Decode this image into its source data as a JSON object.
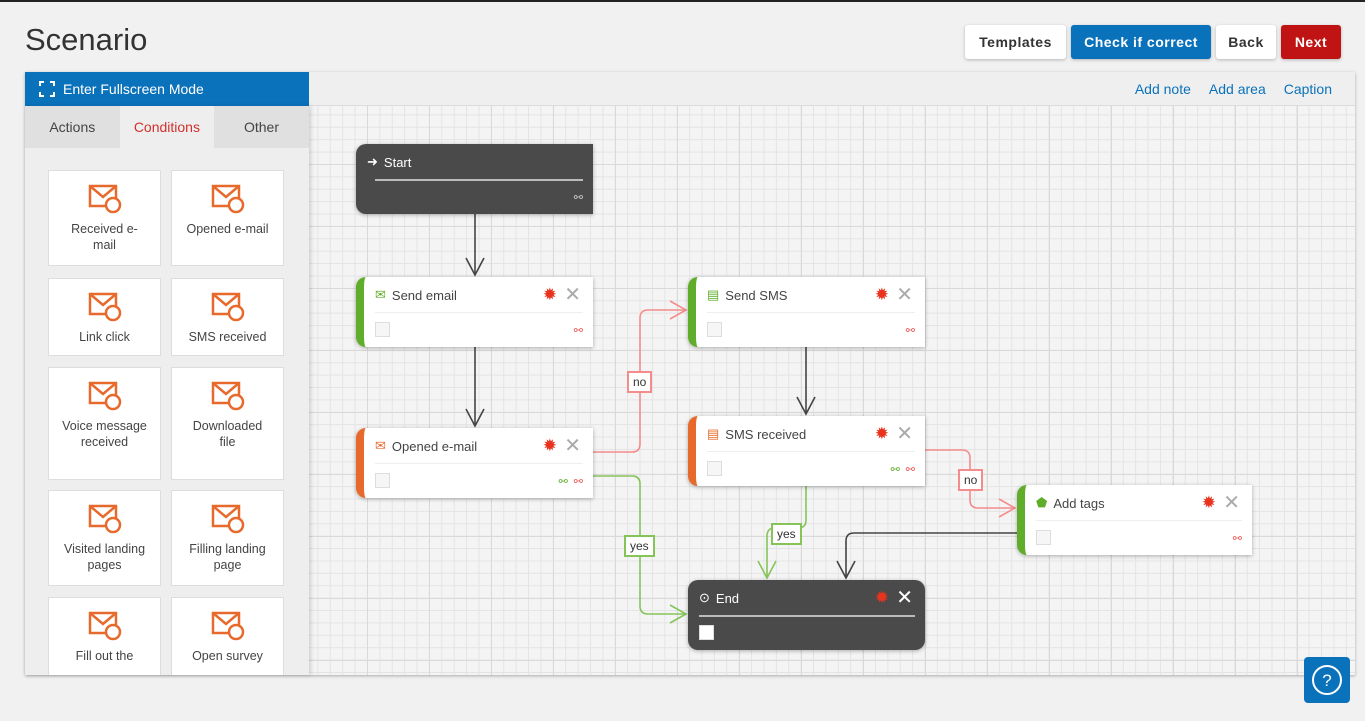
{
  "page": {
    "title": "Scenario"
  },
  "header_buttons": {
    "templates": "Templates",
    "check": "Check if correct",
    "back": "Back",
    "next": "Next"
  },
  "colors": {
    "primary": "#0a72bb",
    "danger": "#c01414",
    "action": "#5fad2a",
    "condition": "#e76a2c",
    "dark": "#4a4a4a",
    "yes": "#86c45a",
    "no": "#f48c8c"
  },
  "editor": {
    "fullscreen": "Enter Fullscreen Mode",
    "toolbar": {
      "add_note": "Add note",
      "add_area": "Add area",
      "caption": "Caption"
    }
  },
  "sidebar": {
    "tabs": [
      {
        "label": "Actions"
      },
      {
        "label": "Conditions",
        "active": true
      },
      {
        "label": "Other"
      }
    ],
    "tiles": [
      {
        "label": "Received e-mail",
        "icon": "email-check-icon"
      },
      {
        "label": "Opened e-mail",
        "icon": "email-eye-icon"
      },
      {
        "label": "Link click",
        "icon": "link-click-icon"
      },
      {
        "label": "SMS received",
        "icon": "sms-check-icon"
      },
      {
        "label": "Voice message received",
        "icon": "music-check-icon"
      },
      {
        "label": "Downloaded file",
        "icon": "download-icon"
      },
      {
        "label": "Visited landing pages",
        "icon": "landing-visit-icon"
      },
      {
        "label": "Filling landing page",
        "icon": "landing-fill-icon"
      },
      {
        "label": "Fill out the",
        "icon": "form-fill-icon"
      },
      {
        "label": "Open survey",
        "icon": "survey-icon"
      }
    ]
  },
  "nodes": {
    "start": "Start",
    "send_email": "Send email",
    "opened_email": "Opened e-mail",
    "send_sms": "Send SMS",
    "sms_received": "SMS received",
    "add_tags": "Add tags",
    "end": "End"
  },
  "edges": {
    "no1": "no",
    "yes1": "yes",
    "yes2": "yes",
    "no2": "no"
  }
}
